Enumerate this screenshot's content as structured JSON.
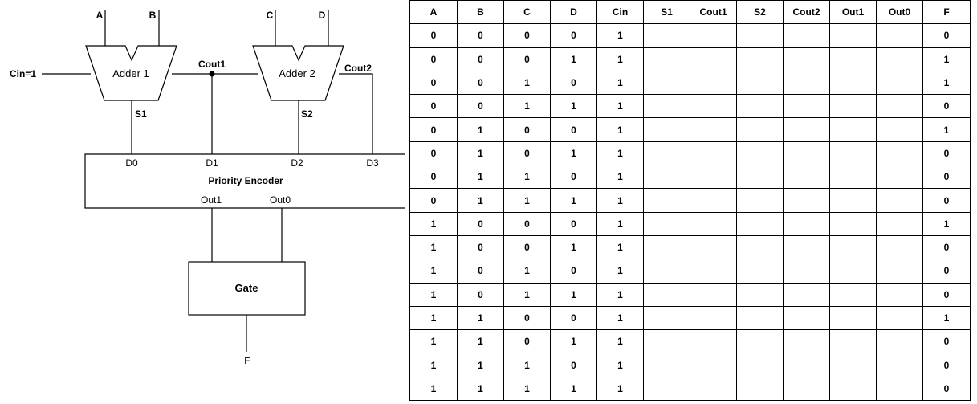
{
  "diagram": {
    "inputs": {
      "a": "A",
      "b": "B",
      "c": "C",
      "d": "D",
      "cin": "Cin=1"
    },
    "adder1": "Adder 1",
    "adder2": "Adder 2",
    "wires": {
      "cout1": "Cout1",
      "cout2": "Cout2",
      "s1": "S1",
      "s2": "S2"
    },
    "encoder": {
      "title": "Priority Encoder",
      "d0": "D0",
      "d1": "D1",
      "d2": "D2",
      "d3": "D3",
      "out1": "Out1",
      "out0": "Out0"
    },
    "gate": "Gate",
    "output": "F"
  },
  "table": {
    "headers": [
      "A",
      "B",
      "C",
      "D",
      "Cin",
      "S1",
      "Cout1",
      "S2",
      "Cout2",
      "Out1",
      "Out0",
      "F"
    ],
    "rows": [
      [
        "0",
        "0",
        "0",
        "0",
        "1",
        "",
        "",
        "",
        "",
        "",
        "",
        "0"
      ],
      [
        "0",
        "0",
        "0",
        "1",
        "1",
        "",
        "",
        "",
        "",
        "",
        "",
        "1"
      ],
      [
        "0",
        "0",
        "1",
        "0",
        "1",
        "",
        "",
        "",
        "",
        "",
        "",
        "1"
      ],
      [
        "0",
        "0",
        "1",
        "1",
        "1",
        "",
        "",
        "",
        "",
        "",
        "",
        "0"
      ],
      [
        "0",
        "1",
        "0",
        "0",
        "1",
        "",
        "",
        "",
        "",
        "",
        "",
        "1"
      ],
      [
        "0",
        "1",
        "0",
        "1",
        "1",
        "",
        "",
        "",
        "",
        "",
        "",
        "0"
      ],
      [
        "0",
        "1",
        "1",
        "0",
        "1",
        "",
        "",
        "",
        "",
        "",
        "",
        "0"
      ],
      [
        "0",
        "1",
        "1",
        "1",
        "1",
        "",
        "",
        "",
        "",
        "",
        "",
        "0"
      ],
      [
        "1",
        "0",
        "0",
        "0",
        "1",
        "",
        "",
        "",
        "",
        "",
        "",
        "1"
      ],
      [
        "1",
        "0",
        "0",
        "1",
        "1",
        "",
        "",
        "",
        "",
        "",
        "",
        "0"
      ],
      [
        "1",
        "0",
        "1",
        "0",
        "1",
        "",
        "",
        "",
        "",
        "",
        "",
        "0"
      ],
      [
        "1",
        "0",
        "1",
        "1",
        "1",
        "",
        "",
        "",
        "",
        "",
        "",
        "0"
      ],
      [
        "1",
        "1",
        "0",
        "0",
        "1",
        "",
        "",
        "",
        "",
        "",
        "",
        "1"
      ],
      [
        "1",
        "1",
        "0",
        "1",
        "1",
        "",
        "",
        "",
        "",
        "",
        "",
        "0"
      ],
      [
        "1",
        "1",
        "1",
        "0",
        "1",
        "",
        "",
        "",
        "",
        "",
        "",
        "0"
      ],
      [
        "1",
        "1",
        "1",
        "1",
        "1",
        "",
        "",
        "",
        "",
        "",
        "",
        "0"
      ]
    ]
  }
}
